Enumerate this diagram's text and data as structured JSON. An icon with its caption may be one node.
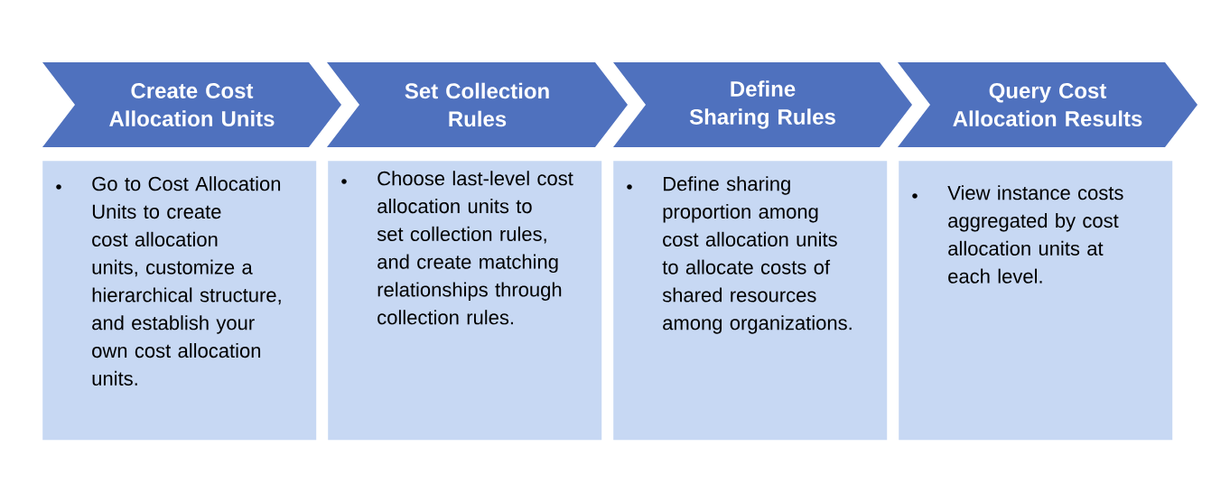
{
  "diagram": {
    "nodes": [
      {
        "text": [
          "Create Cost Allocation Units"
        ]
      },
      {
        "text": [
          "Set Collection Rules"
        ]
      },
      {
        "text": [
          "Define Sharing Rules"
        ]
      },
      {
        "text": [
          "Query Cost Allocation Results"
        ]
      },
      {
        "text": [
          "Go to Cost Allocation Units to create cost allocation units, customize a hierarchical structure, and establish your own cost allocation units."
        ]
      },
      {
        "text": [
          "Choose last-level cost allocation units to set collection rules, and create matching relationships through collection rules."
        ]
      },
      {
        "text": [
          "Define sharing proportion among cost allocation units to allocate costs of shared resources among organizations."
        ]
      },
      {
        "text": [
          "View instance costs aggregated by cost allocation units at each level."
        ]
      }
    ]
  }
}
